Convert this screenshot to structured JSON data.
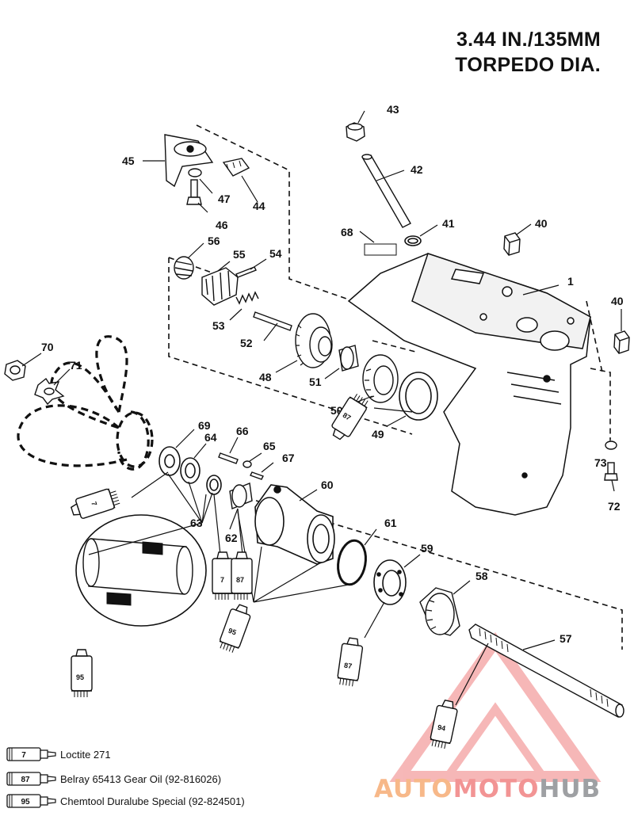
{
  "header": {
    "title_line1": "3.44 IN./135MM",
    "title_line2": "TORPEDO DIA."
  },
  "callouts": {
    "p1": "1",
    "p40a": "40",
    "p40b": "40",
    "p41": "41",
    "p42": "42",
    "p43": "43",
    "p44": "44",
    "p45": "45",
    "p46": "46",
    "p47": "47",
    "p48": "48",
    "p49": "49",
    "p50": "50",
    "p51": "51",
    "p52": "52",
    "p53": "53",
    "p54": "54",
    "p55": "55",
    "p56": "56",
    "p57": "57",
    "p58": "58",
    "p59": "59",
    "p60": "60",
    "p61": "61",
    "p62": "62",
    "p63": "63",
    "p64": "64",
    "p65": "65",
    "p66": "66",
    "p67": "67",
    "p68": "68",
    "p69": "69",
    "p70": "70",
    "p71": "71",
    "p72": "72",
    "p73": "73"
  },
  "tubes": {
    "t87a": "87",
    "t7a": "7",
    "t7b": "7",
    "t87b": "87",
    "t95a": "95",
    "t95b": "95",
    "t87c": "87",
    "t94": "94"
  },
  "legend": [
    {
      "code": "7",
      "text": "Loctite 271"
    },
    {
      "code": "87",
      "text": "Belray 65413 Gear Oil (92-816026)"
    },
    {
      "code": "95",
      "text": "Chemtool Duralube Special (92-824501)"
    }
  ],
  "watermark": {
    "part1": "AUTO",
    "part2": "MOTO",
    "part3": "HUB",
    "colors": {
      "auto": "#f7b889",
      "moto": "#f29494",
      "hub": "#9ea0a3",
      "logo": "#f3a0a0"
    }
  }
}
